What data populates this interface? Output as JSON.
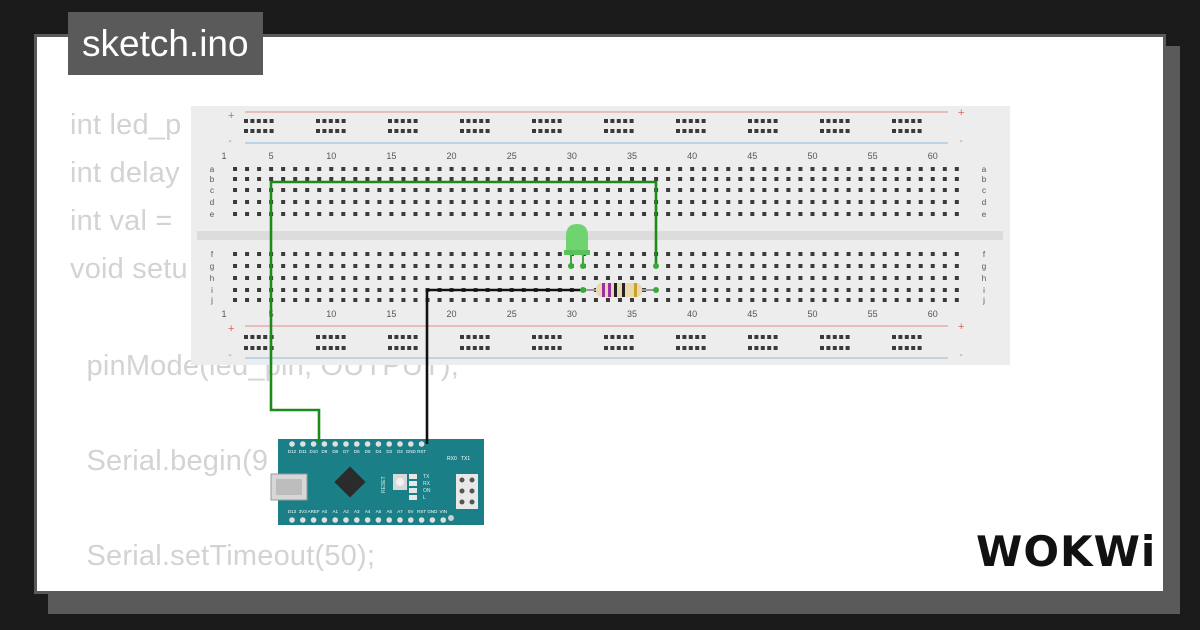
{
  "tab": {
    "title": "sketch.ino"
  },
  "code": {
    "lines": [
      "int led_p",
      "int delay",
      "int val = ",
      "void setu",
      "  pinMode(led_pin, OUTPUT);",
      "  Serial.begin(9",
      "  Serial.setTimeout(50);"
    ]
  },
  "breadboard": {
    "row_letters_top": [
      "a",
      "b",
      "c",
      "d",
      "e"
    ],
    "row_letters_bottom": [
      "f",
      "g",
      "h",
      "i",
      "j"
    ],
    "column_numbers": [
      "1",
      "5",
      "10",
      "15",
      "20",
      "25",
      "30",
      "35",
      "40",
      "45",
      "50",
      "55",
      "60"
    ],
    "rail_plus": "+",
    "rail_minus": "-"
  },
  "nano": {
    "top_pins": [
      "D12",
      "D11",
      "D10",
      "D9",
      "D8",
      "D7",
      "D6",
      "D5",
      "D4",
      "D3",
      "D2",
      "GND",
      "RST"
    ],
    "bottom_pins": [
      "D13",
      "3V3",
      "AREF",
      "A0",
      "A1",
      "A2",
      "A3",
      "A4",
      "A5",
      "A6",
      "A7",
      "5V",
      "RST",
      "GND",
      "VIN"
    ],
    "right_labels": [
      "RX0",
      "TX1"
    ],
    "led_labels": [
      "TX",
      "RX",
      "ON",
      "L"
    ],
    "reset_label": "RESET",
    "colors": {
      "pcb": "#1a7f87",
      "chip": "#2b2b2b"
    }
  },
  "wires": {
    "signal_color": "#1e8a1e",
    "ground_color": "#111111"
  },
  "led": {
    "color": "#6fd36f"
  },
  "logo": {
    "text": "WOKWi"
  }
}
